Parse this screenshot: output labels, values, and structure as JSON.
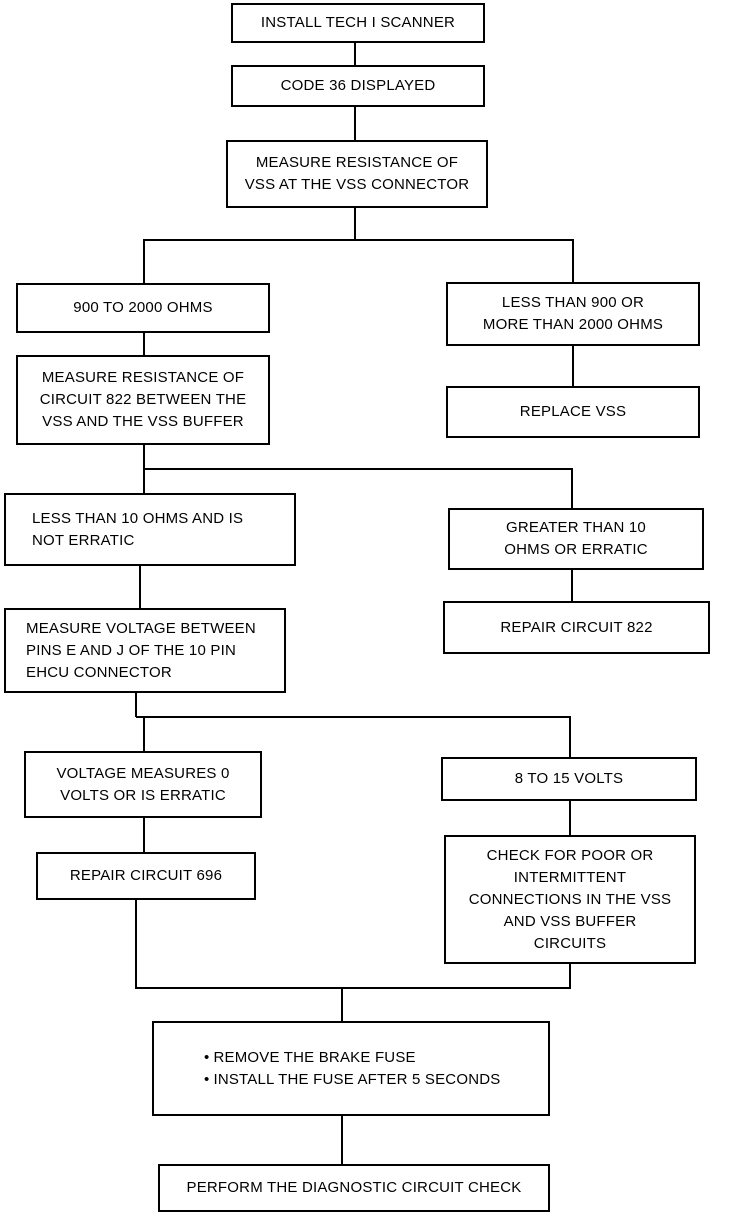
{
  "flowchart": {
    "install_scanner": [
      "INSTALL TECH I SCANNER"
    ],
    "code_36": [
      "CODE 36 DISPLAYED"
    ],
    "measure_vss": [
      "MEASURE RESISTANCE OF",
      "VSS AT THE VSS CONNECTOR"
    ],
    "ohms_900_2000": [
      "900 TO 2000 OHMS"
    ],
    "ohms_out_of_range": [
      "LESS THAN 900 OR",
      "MORE THAN 2000 OHMS"
    ],
    "replace_vss": [
      "REPLACE VSS"
    ],
    "measure_circuit_822": [
      "MEASURE RESISTANCE OF",
      "CIRCUIT 822 BETWEEN THE",
      "VSS AND THE VSS BUFFER"
    ],
    "less_10_ohms": [
      "LESS THAN 10 OHMS AND IS",
      "NOT ERRATIC"
    ],
    "greater_10_ohms": [
      "GREATER THAN 10",
      "OHMS OR ERRATIC"
    ],
    "repair_822": [
      "REPAIR CIRCUIT 822"
    ],
    "measure_voltage": [
      "MEASURE VOLTAGE BETWEEN",
      "PINS E AND J OF THE 10 PIN",
      "EHCU CONNECTOR"
    ],
    "voltage_0": [
      "VOLTAGE MEASURES 0",
      "VOLTS OR IS ERRATIC"
    ],
    "volts_8_15": [
      "8 TO 15 VOLTS"
    ],
    "repair_696": [
      "REPAIR CIRCUIT 696"
    ],
    "check_connections": [
      "CHECK FOR POOR OR",
      "INTERMITTENT",
      "CONNECTIONS IN THE VSS",
      "AND VSS BUFFER",
      "CIRCUITS"
    ],
    "remove_fuse": [
      "REMOVE THE BRAKE FUSE",
      "INSTALL THE FUSE AFTER 5 SECONDS"
    ],
    "perform_check": [
      "PERFORM THE DIAGNOSTIC CIRCUIT CHECK"
    ]
  }
}
